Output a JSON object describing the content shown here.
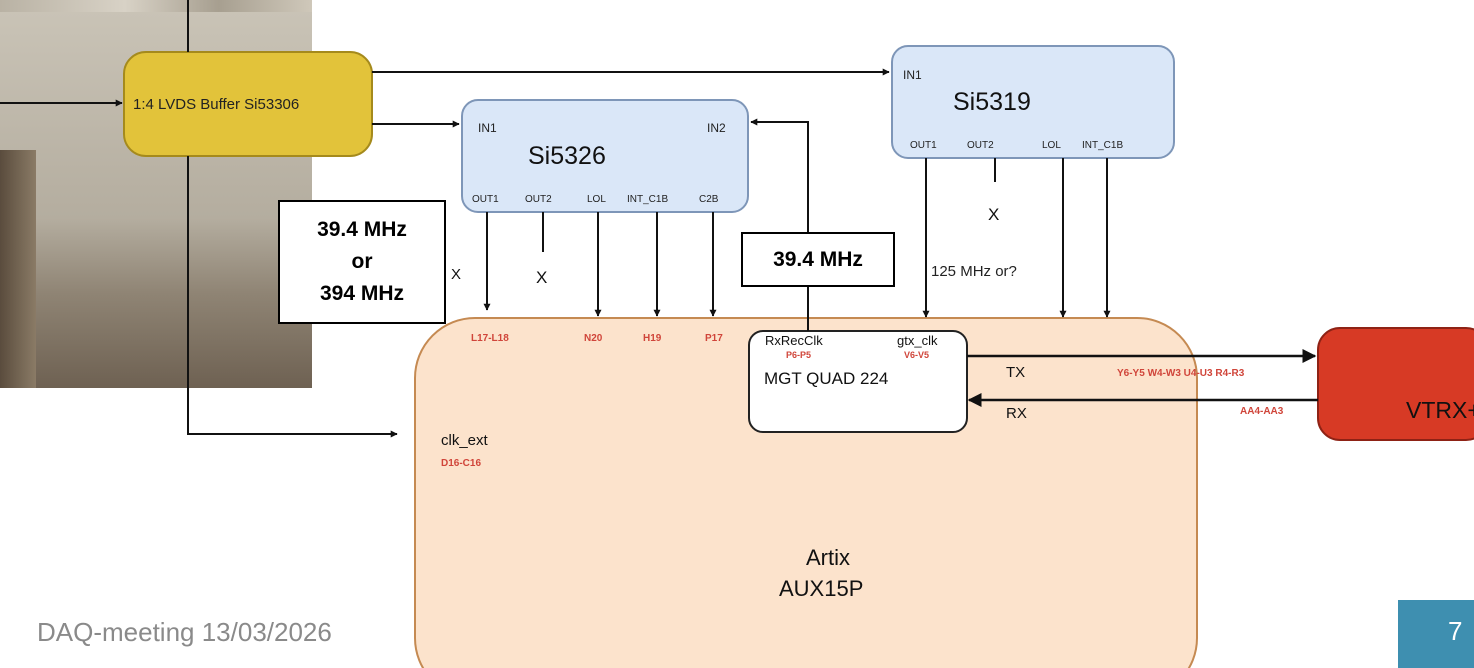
{
  "buffer": {
    "label": "1:4 LVDS Buffer Si53306"
  },
  "si5326": {
    "name": "Si5326",
    "in1": "IN1",
    "in2": "IN2",
    "outputs": [
      "OUT1",
      "OUT2",
      "LOL",
      "INT_C1B",
      "C2B"
    ]
  },
  "si5319": {
    "name": "Si5319",
    "in1": "IN1",
    "outputs": [
      "OUT1",
      "OUT2",
      "LOL",
      "INT_C1B"
    ]
  },
  "unconnected_marks": [
    "X",
    "X",
    "X"
  ],
  "freq_labels": {
    "si5326_out1": [
      "39.4 MHz",
      "or",
      "394 MHz"
    ],
    "recclk": "39.4 MHz",
    "si5319_out1": "125 MHz or?"
  },
  "fpga": {
    "name_line1": "Artix",
    "name_line2": "AUX15P",
    "pins": [
      "L17-L18",
      "N20",
      "H19",
      "P17"
    ],
    "clk_ext": "clk_ext",
    "clk_ext_pins": "D16-C16"
  },
  "mgt": {
    "name": "MGT QUAD 224",
    "recclk": "RxRecClk",
    "recclk_pins": "P6-P5",
    "gtx_clk": "gtx_clk",
    "gtx_pins": "V6-V5"
  },
  "links": {
    "tx": "TX",
    "rx": "RX",
    "tx_pins": "Y6-Y5 W4-W3 U4-U3 R4-R3",
    "rx_pins": "AA4-AA3"
  },
  "vtrx": {
    "name": "VTRX+"
  },
  "footer": {
    "text": "DAQ-meeting 13/03/2026",
    "page": "7"
  },
  "colors": {
    "buffer_fill": "#e2c33a",
    "pll_fill": "#dae7f8",
    "fpga_fill": "#fce3cc",
    "vtrx_fill": "#d73a25",
    "pin_text": "#d0453a",
    "accent": "#3e8fb0"
  }
}
